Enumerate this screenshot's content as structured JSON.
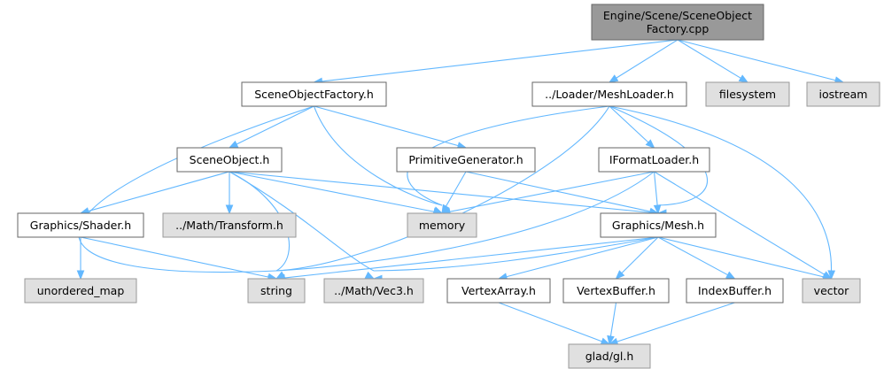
{
  "colors": {
    "root_fill": "#999999",
    "root_stroke": "#666666",
    "local_fill": "#ffffff",
    "local_stroke": "#666666",
    "external_fill": "#e0e0e0",
    "external_stroke": "#999999",
    "edge": "#63b8ff"
  },
  "nodes": [
    {
      "id": "root",
      "lines": [
        "Engine/Scene/SceneObject",
        "Factory.cpp"
      ],
      "kind": "root"
    },
    {
      "id": "sceneobjectfactory_h",
      "lines": [
        "SceneObjectFactory.h"
      ],
      "kind": "local"
    },
    {
      "id": "meshloader_h",
      "lines": [
        "../Loader/MeshLoader.h"
      ],
      "kind": "local"
    },
    {
      "id": "filesystem",
      "lines": [
        "filesystem"
      ],
      "kind": "external"
    },
    {
      "id": "iostream",
      "lines": [
        "iostream"
      ],
      "kind": "external"
    },
    {
      "id": "sceneobject_h",
      "lines": [
        "SceneObject.h"
      ],
      "kind": "local"
    },
    {
      "id": "primitivegenerator_h",
      "lines": [
        "PrimitiveGenerator.h"
      ],
      "kind": "local"
    },
    {
      "id": "iformatloader_h",
      "lines": [
        "IFormatLoader.h"
      ],
      "kind": "local"
    },
    {
      "id": "shader_h",
      "lines": [
        "Graphics/Shader.h"
      ],
      "kind": "local"
    },
    {
      "id": "transform_h",
      "lines": [
        "../Math/Transform.h"
      ],
      "kind": "external"
    },
    {
      "id": "memory",
      "lines": [
        "memory"
      ],
      "kind": "external"
    },
    {
      "id": "mesh_h",
      "lines": [
        "Graphics/Mesh.h"
      ],
      "kind": "local"
    },
    {
      "id": "unordered_map",
      "lines": [
        "unordered_map"
      ],
      "kind": "external"
    },
    {
      "id": "string",
      "lines": [
        "string"
      ],
      "kind": "external"
    },
    {
      "id": "vec3_h",
      "lines": [
        "../Math/Vec3.h"
      ],
      "kind": "external"
    },
    {
      "id": "vertexarray_h",
      "lines": [
        "VertexArray.h"
      ],
      "kind": "local"
    },
    {
      "id": "vertexbuffer_h",
      "lines": [
        "VertexBuffer.h"
      ],
      "kind": "local"
    },
    {
      "id": "indexbuffer_h",
      "lines": [
        "IndexBuffer.h"
      ],
      "kind": "local"
    },
    {
      "id": "vector",
      "lines": [
        "vector"
      ],
      "kind": "external"
    },
    {
      "id": "glad_gl_h",
      "lines": [
        "glad/gl.h"
      ],
      "kind": "external"
    }
  ],
  "edges": [
    {
      "from": "root",
      "to": "sceneobjectfactory_h"
    },
    {
      "from": "root",
      "to": "meshloader_h"
    },
    {
      "from": "root",
      "to": "filesystem"
    },
    {
      "from": "root",
      "to": "iostream"
    },
    {
      "from": "sceneobjectfactory_h",
      "to": "sceneobject_h"
    },
    {
      "from": "sceneobjectfactory_h",
      "to": "primitivegenerator_h"
    },
    {
      "from": "sceneobjectfactory_h",
      "to": "memory"
    },
    {
      "from": "sceneobjectfactory_h",
      "to": "string"
    },
    {
      "from": "meshloader_h",
      "to": "iformatloader_h"
    },
    {
      "from": "meshloader_h",
      "to": "mesh_h"
    },
    {
      "from": "meshloader_h",
      "to": "memory"
    },
    {
      "from": "meshloader_h",
      "to": "string"
    },
    {
      "from": "meshloader_h",
      "to": "vector"
    },
    {
      "from": "sceneobject_h",
      "to": "shader_h"
    },
    {
      "from": "sceneobject_h",
      "to": "transform_h"
    },
    {
      "from": "sceneobject_h",
      "to": "memory"
    },
    {
      "from": "sceneobject_h",
      "to": "mesh_h"
    },
    {
      "from": "sceneobject_h",
      "to": "string"
    },
    {
      "from": "sceneobject_h",
      "to": "vec3_h"
    },
    {
      "from": "primitivegenerator_h",
      "to": "memory"
    },
    {
      "from": "primitivegenerator_h",
      "to": "mesh_h"
    },
    {
      "from": "iformatloader_h",
      "to": "mesh_h"
    },
    {
      "from": "iformatloader_h",
      "to": "memory"
    },
    {
      "from": "iformatloader_h",
      "to": "string"
    },
    {
      "from": "iformatloader_h",
      "to": "vector"
    },
    {
      "from": "shader_h",
      "to": "unordered_map"
    },
    {
      "from": "shader_h",
      "to": "string"
    },
    {
      "from": "mesh_h",
      "to": "string"
    },
    {
      "from": "mesh_h",
      "to": "vec3_h"
    },
    {
      "from": "mesh_h",
      "to": "vertexarray_h"
    },
    {
      "from": "mesh_h",
      "to": "vertexbuffer_h"
    },
    {
      "from": "mesh_h",
      "to": "indexbuffer_h"
    },
    {
      "from": "mesh_h",
      "to": "vector"
    },
    {
      "from": "vertexarray_h",
      "to": "glad_gl_h"
    },
    {
      "from": "vertexbuffer_h",
      "to": "glad_gl_h"
    },
    {
      "from": "indexbuffer_h",
      "to": "glad_gl_h"
    }
  ]
}
